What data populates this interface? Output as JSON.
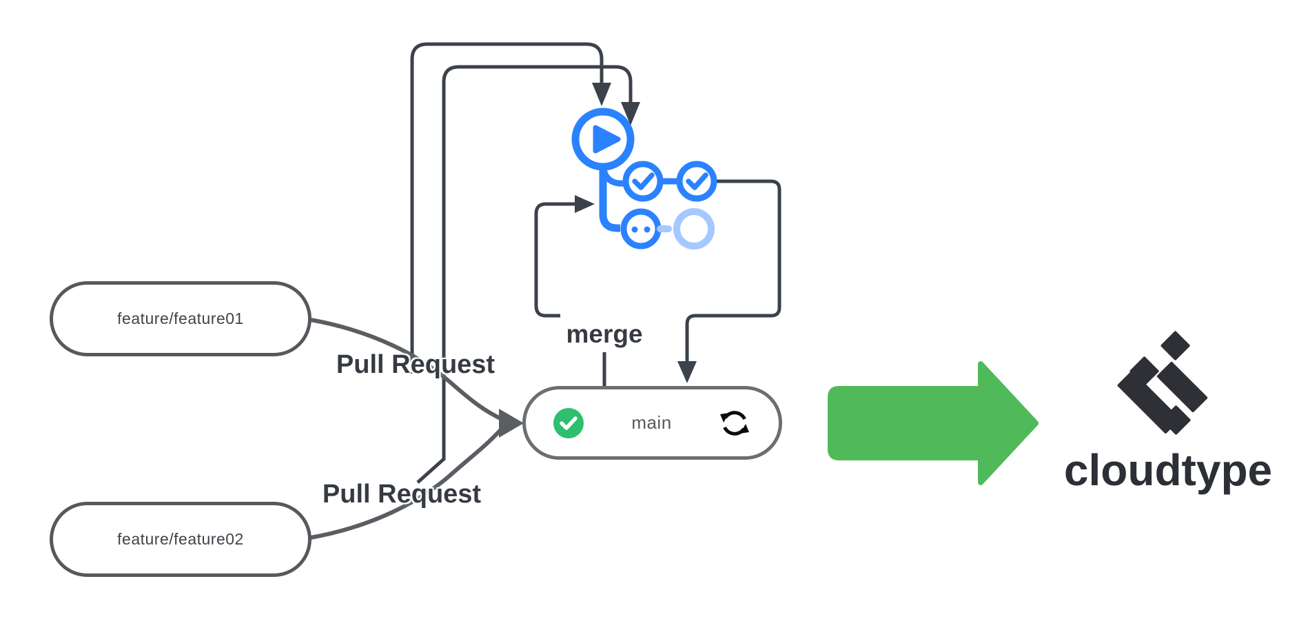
{
  "nodes": {
    "feature1": {
      "label": "feature/feature01"
    },
    "feature2": {
      "label": "feature/feature02"
    },
    "main": {
      "label": "main"
    }
  },
  "edges": {
    "pr1": {
      "label": "Pull Request"
    },
    "pr2": {
      "label": "Pull Request"
    },
    "merge": {
      "label": "merge"
    }
  },
  "brand": {
    "wordmark": "cloudtype"
  },
  "icons": {
    "workflow": "ci-workflow-pipeline-icon",
    "main_status": "success-check-icon",
    "main_sync": "sync-refresh-icon",
    "deploy": "deploy-arrow-icon",
    "brand_mark": "cloudtype-diamond-logo-icon"
  },
  "colors": {
    "connector": "#3c424b",
    "workflow_blue": "#2b82ff",
    "workflow_blue_faded": "#a5c8ff",
    "success_green": "#2dbf6e",
    "arrow_green": "#50ba5a",
    "node_border": "#55585d",
    "main_node_border": "#6b6e72",
    "logo_ink": "#2e3036"
  }
}
